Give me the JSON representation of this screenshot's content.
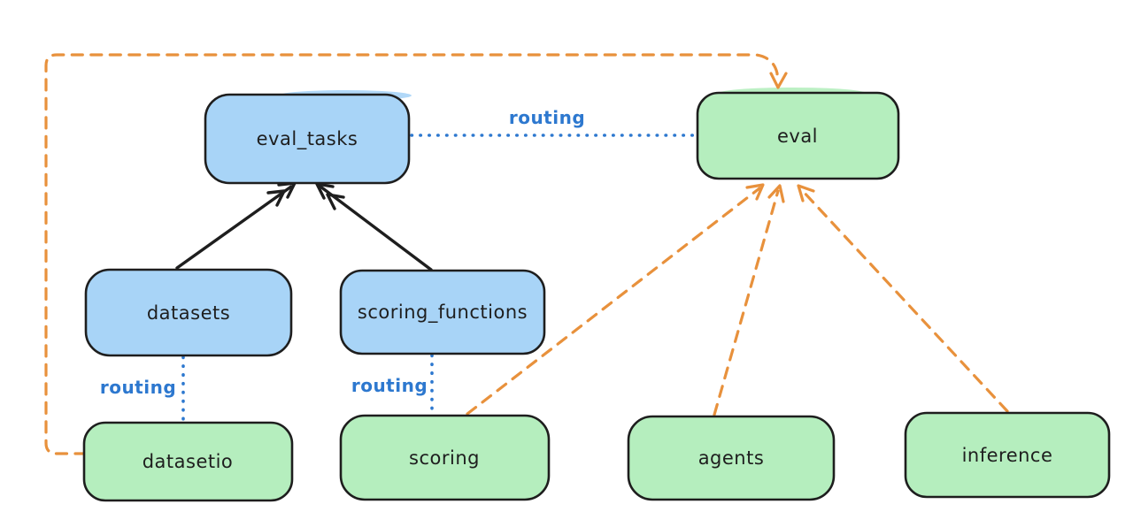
{
  "diagram": {
    "colors": {
      "background": "#ffffff",
      "node_border": "#1e1e1e",
      "node_text": "#1e1e1e",
      "blue_node_fill": "#a8d4f7",
      "green_node_fill": "#b5eebe",
      "routing_blue": "#2d78cf",
      "solid_arrow_black": "#1e1e1e",
      "dashed_arrow_orange": "#e8913c"
    },
    "nodes": {
      "eval_tasks": {
        "label": "eval_tasks",
        "fill": "#a8d4f7"
      },
      "eval": {
        "label": "eval",
        "fill": "#b5eebe"
      },
      "datasets": {
        "label": "datasets",
        "fill": "#a8d4f7"
      },
      "scoring_functions": {
        "label": "scoring_functions",
        "fill": "#a8d4f7"
      },
      "datasetio": {
        "label": "datasetio",
        "fill": "#b5eebe"
      },
      "scoring": {
        "label": "scoring",
        "fill": "#b5eebe"
      },
      "agents": {
        "label": "agents",
        "fill": "#b5eebe"
      },
      "inference": {
        "label": "inference",
        "fill": "#b5eebe"
      }
    },
    "edges": [
      {
        "from": "datasets",
        "to": "eval_tasks",
        "style": "solid-arrow",
        "color": "#1e1e1e"
      },
      {
        "from": "scoring_functions",
        "to": "eval_tasks",
        "style": "solid-arrow",
        "color": "#1e1e1e"
      },
      {
        "from": "eval_tasks",
        "to": "eval",
        "style": "dotted",
        "label": "routing",
        "color": "#2d78cf"
      },
      {
        "from": "datasets",
        "to": "datasetio",
        "style": "dotted",
        "label": "routing",
        "color": "#2d78cf"
      },
      {
        "from": "scoring_functions",
        "to": "scoring",
        "style": "dotted",
        "label": "routing",
        "color": "#2d78cf"
      },
      {
        "from": "scoring",
        "to": "eval",
        "style": "dashed-arrow",
        "color": "#e8913c"
      },
      {
        "from": "agents",
        "to": "eval",
        "style": "dashed-arrow",
        "color": "#e8913c"
      },
      {
        "from": "inference",
        "to": "eval",
        "style": "dashed-arrow",
        "color": "#e8913c"
      },
      {
        "from": "datasetio",
        "to": "eval",
        "style": "dashed-arrow",
        "route": "around-left-top",
        "color": "#e8913c"
      }
    ]
  }
}
